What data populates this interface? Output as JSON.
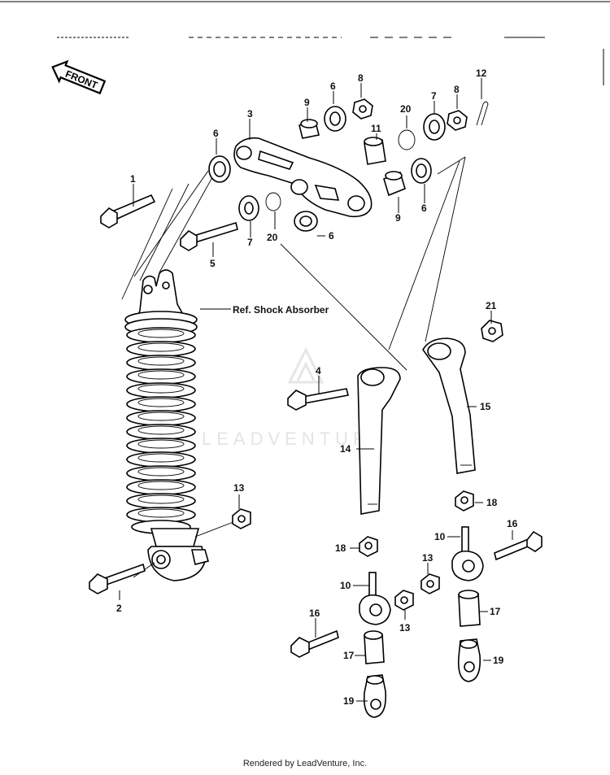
{
  "diagram": {
    "front_label": "FRONT",
    "ref_label": "Ref. Shock Absorber",
    "watermark": "LEADVENTURE",
    "callouts": [
      {
        "id": "c1",
        "text": "1"
      },
      {
        "id": "c2",
        "text": "2"
      },
      {
        "id": "c3",
        "text": "3"
      },
      {
        "id": "c4",
        "text": "4"
      },
      {
        "id": "c5",
        "text": "5"
      },
      {
        "id": "c6a",
        "text": "6"
      },
      {
        "id": "c6b",
        "text": "6"
      },
      {
        "id": "c6c",
        "text": "6"
      },
      {
        "id": "c6d",
        "text": "6"
      },
      {
        "id": "c7a",
        "text": "7"
      },
      {
        "id": "c7b",
        "text": "7"
      },
      {
        "id": "c8a",
        "text": "8"
      },
      {
        "id": "c8b",
        "text": "8"
      },
      {
        "id": "c9a",
        "text": "9"
      },
      {
        "id": "c9b",
        "text": "9"
      },
      {
        "id": "c10a",
        "text": "10"
      },
      {
        "id": "c10b",
        "text": "10"
      },
      {
        "id": "c11",
        "text": "11"
      },
      {
        "id": "c12",
        "text": "12"
      },
      {
        "id": "c13a",
        "text": "13"
      },
      {
        "id": "c13b",
        "text": "13"
      },
      {
        "id": "c13c",
        "text": "13"
      },
      {
        "id": "c14",
        "text": "14"
      },
      {
        "id": "c15",
        "text": "15"
      },
      {
        "id": "c16a",
        "text": "16"
      },
      {
        "id": "c16b",
        "text": "16"
      },
      {
        "id": "c17a",
        "text": "17"
      },
      {
        "id": "c17b",
        "text": "17"
      },
      {
        "id": "c18a",
        "text": "18"
      },
      {
        "id": "c18b",
        "text": "18"
      },
      {
        "id": "c19a",
        "text": "19"
      },
      {
        "id": "c19b",
        "text": "19"
      },
      {
        "id": "c20a",
        "text": "20"
      },
      {
        "id": "c20b",
        "text": "20"
      },
      {
        "id": "c21",
        "text": "21"
      }
    ]
  },
  "footer": {
    "text": "Rendered by LeadVenture, Inc."
  }
}
